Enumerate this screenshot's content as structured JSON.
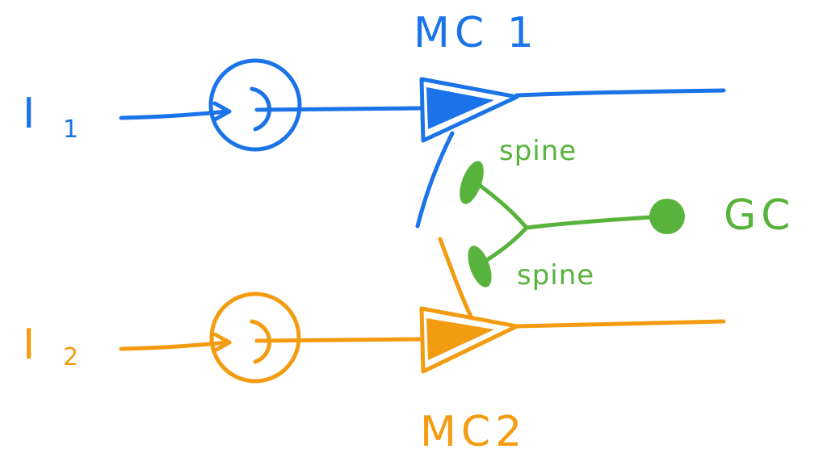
{
  "colors": {
    "blue": "#1a73e8",
    "orange": "#f39c12",
    "green": "#58b33c"
  },
  "labels": {
    "input1_main": "I",
    "input1_sub": "1",
    "input2_main": "I",
    "input2_sub": "2",
    "mc1": "MC 1",
    "mc2": "MC2",
    "gc": "GC",
    "spine_top": "spine",
    "spine_bottom": "spine"
  }
}
